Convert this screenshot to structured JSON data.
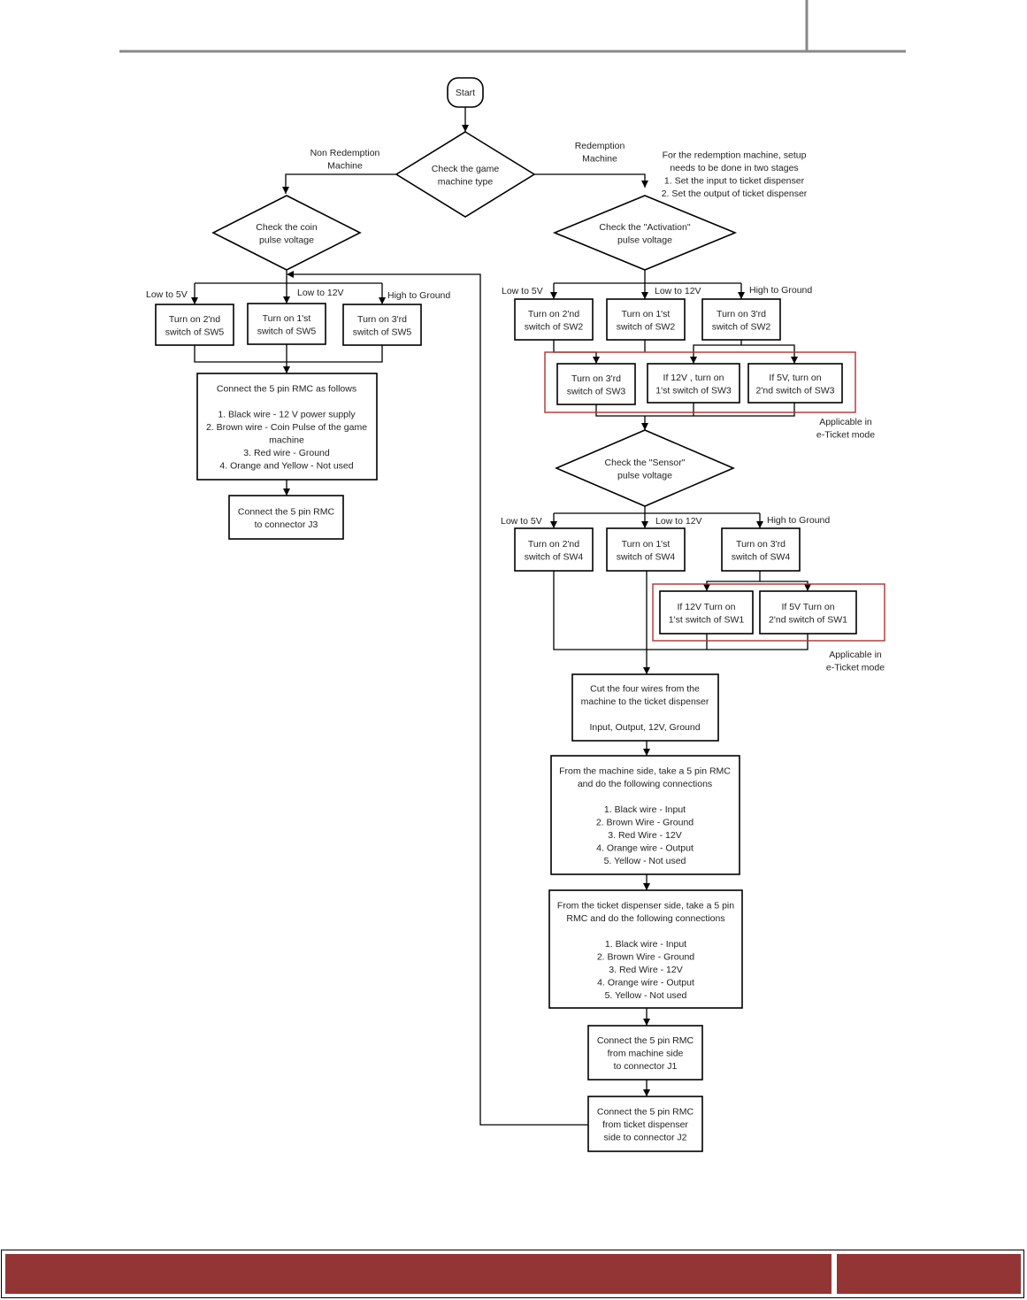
{
  "flowchart": {
    "start": "Start",
    "check_type": [
      "Check the game",
      "machine type"
    ],
    "branch_non_redemption": [
      "Non Redemption",
      "Machine"
    ],
    "branch_redemption": [
      "Redemption",
      "Machine"
    ],
    "redemption_note": [
      "For the redemption machine, setup",
      "needs to be done in two stages",
      "1. Set the input to ticket dispenser",
      "2. Set the output of ticket dispenser"
    ],
    "check_coin": [
      "Check the coin",
      "pulse voltage"
    ],
    "check_activation": [
      "Check the \"Activation\"",
      "pulse voltage"
    ],
    "check_sensor": [
      "Check the \"Sensor\"",
      "pulse voltage"
    ],
    "label_low5": "Low to 5V",
    "label_low12": "Low to 12V",
    "label_high_ground": "High to Ground",
    "sw5_2nd": [
      "Turn on 2'nd",
      "switch of SW5"
    ],
    "sw5_1st": [
      "Turn on 1'st",
      "switch of SW5"
    ],
    "sw5_3rd": [
      "Turn on 3'rd",
      "switch of SW5"
    ],
    "sw2_2nd": [
      "Turn on 2'nd",
      "switch of SW2"
    ],
    "sw2_1st": [
      "Turn on 1'st",
      "switch of SW2"
    ],
    "sw2_3rd": [
      "Turn on 3'rd",
      "switch of SW2"
    ],
    "sw3_3rd": [
      "Turn on 3'rd",
      "switch of SW3"
    ],
    "sw3_if12": [
      "If 12V , turn on",
      "1'st switch of SW3"
    ],
    "sw3_if5": [
      "If 5V, turn on",
      "2'nd switch of SW3"
    ],
    "sw4_2nd": [
      "Turn on 2'nd",
      "switch of SW4"
    ],
    "sw4_1st": [
      "Turn on 1'st",
      "switch of SW4"
    ],
    "sw4_3rd": [
      "Turn on 3'rd",
      "switch of SW4"
    ],
    "sw1_if12": [
      "If 12V Turn on",
      "1'st switch of SW1"
    ],
    "sw1_if5": [
      "If 5V Turn on",
      "2'nd switch of SW1"
    ],
    "applicable_eticket": [
      "Applicable in",
      "e-Ticket mode"
    ],
    "connect_rmc_list": [
      "Connect the 5 pin RMC as follows",
      "",
      "1. Black wire - 12 V power supply",
      "2. Brown wire - Coin Pulse of the game",
      "machine",
      "3. Red wire - Ground",
      "4. Orange and Yellow - Not used"
    ],
    "connect_j3": [
      "Connect the 5 pin RMC",
      "to connector J3"
    ],
    "cut_wires": [
      "Cut the four wires from the",
      "machine to the ticket dispenser",
      "",
      "Input, Output, 12V, Ground"
    ],
    "machine_side": [
      "From the machine side, take a 5 pin RMC",
      "and do the following connections",
      "",
      "1. Black wire - Input",
      "2. Brown Wire - Ground",
      "3. Red Wire - 12V",
      "4. Orange wire - Output",
      "5. Yellow - Not used"
    ],
    "dispenser_side": [
      "From the ticket dispenser side, take a 5 pin",
      "RMC and do the following connections",
      "",
      "1. Black wire - Input",
      "2. Brown Wire - Ground",
      "3. Red Wire - 12V",
      "4. Orange wire - Output",
      "5. Yellow - Not used"
    ],
    "connect_j1": [
      "Connect the 5 pin RMC",
      "from machine side",
      "to connector J1"
    ],
    "connect_j2": [
      "Connect the 5 pin RMC",
      "from ticket dispenser",
      "side to connector J2"
    ]
  },
  "colors": {
    "footer_bar": "#943535",
    "eticket_frame": "#b03030"
  }
}
